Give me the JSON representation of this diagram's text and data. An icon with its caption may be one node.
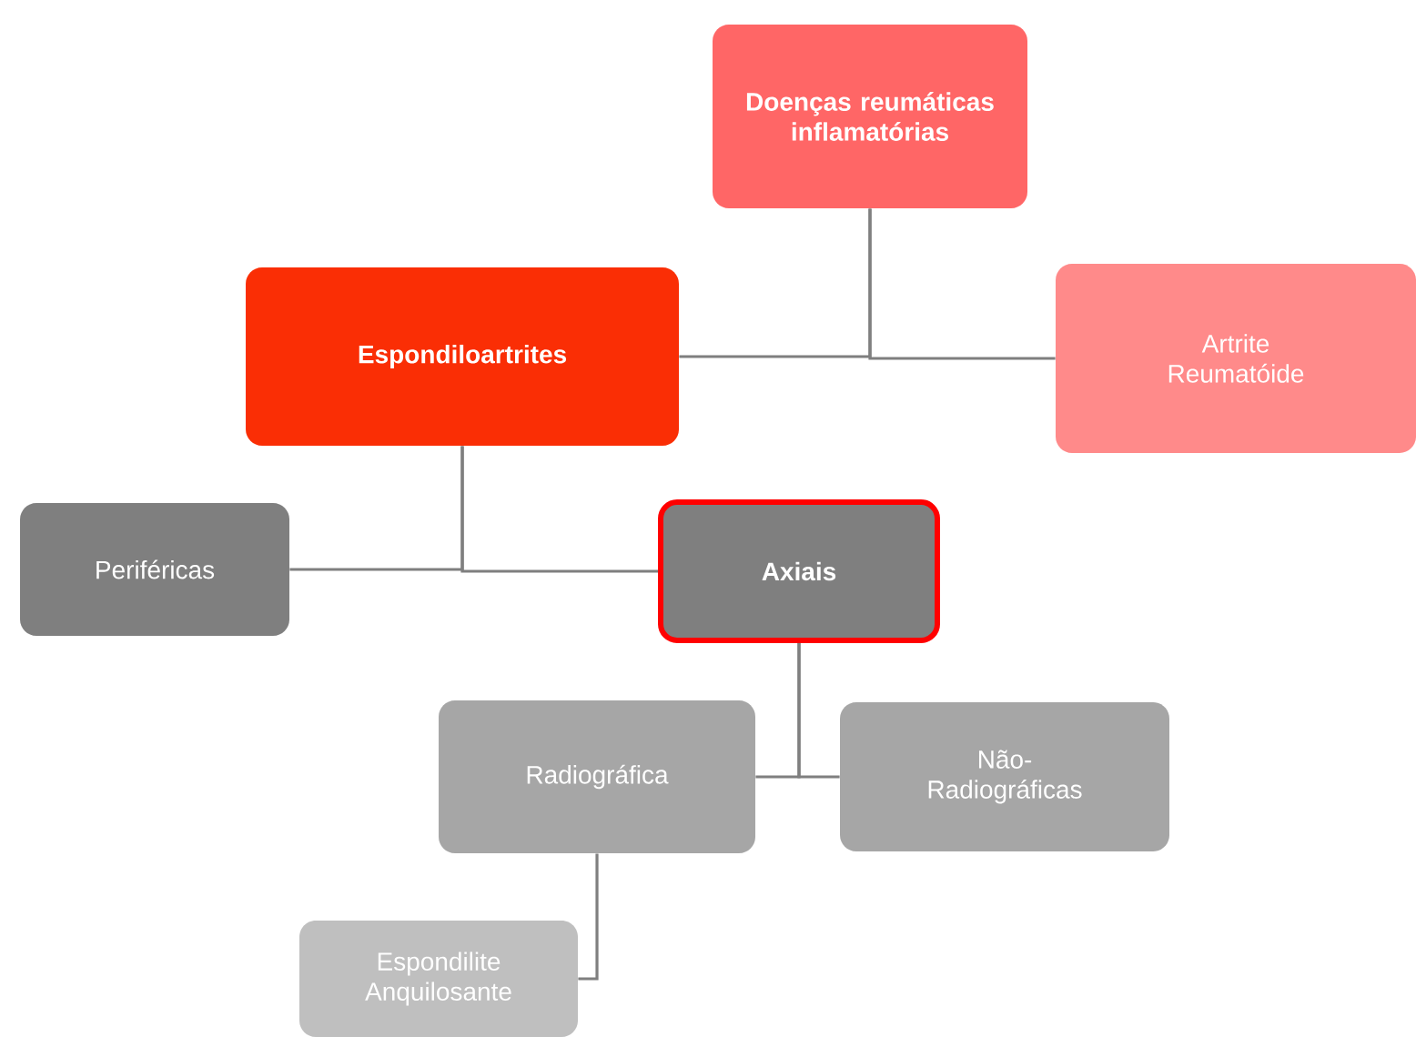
{
  "diagram": {
    "nodes": [
      {
        "text": [
          "Doenças reumáticas inflamatórias"
        ]
      },
      {
        "text": [
          "Espondiloartrites"
        ]
      },
      {
        "text": [
          "Artrite Reumatóide"
        ]
      },
      {
        "text": [
          "Periféricas"
        ]
      },
      {
        "text": [
          "Axiais"
        ]
      },
      {
        "text": [
          "Radiográfica"
        ]
      },
      {
        "text": [
          "Não-Radiográficas"
        ]
      },
      {
        "text": [
          "Espondilite Anquilosante"
        ]
      }
    ],
    "edges": [
      {
        "from": 0,
        "to": 1,
        "arrow": "none"
      },
      {
        "from": 0,
        "to": 2,
        "arrow": "none"
      },
      {
        "from": 1,
        "to": 3,
        "arrow": "none"
      },
      {
        "from": 1,
        "to": 4,
        "arrow": "none"
      },
      {
        "from": 4,
        "to": 5,
        "arrow": "none"
      },
      {
        "from": 4,
        "to": 6,
        "arrow": "none"
      },
      {
        "from": 5,
        "to": 7,
        "arrow": "none"
      }
    ]
  }
}
